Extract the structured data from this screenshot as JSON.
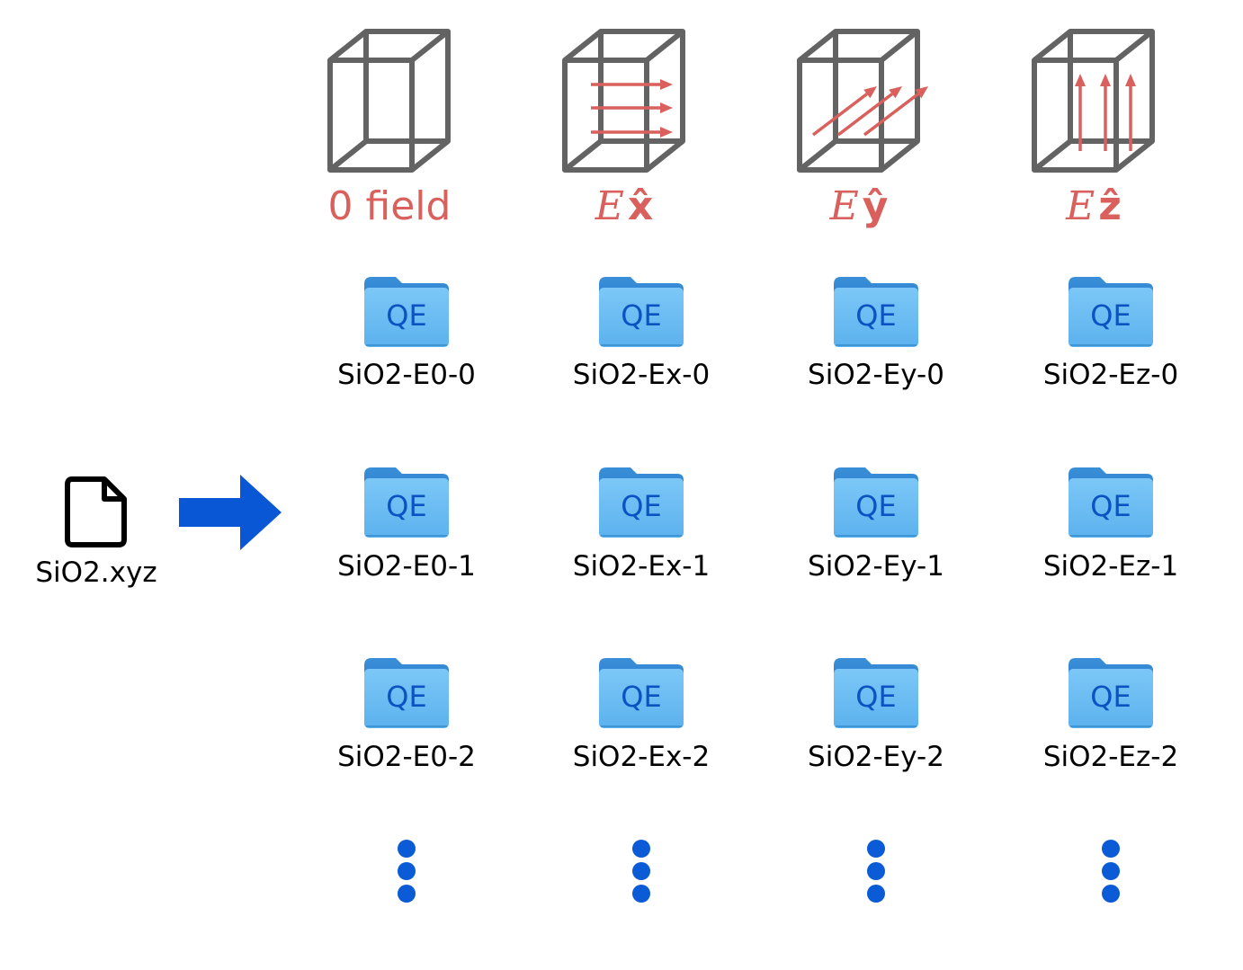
{
  "input_file": {
    "name": "SiO2.xyz",
    "icon": "document-icon"
  },
  "arrow_color": "#0a57d6",
  "field_color": "#d9605c",
  "columns": [
    {
      "field_label": "0 field",
      "field_symbol": "",
      "field_hat": "",
      "field_direction": "none",
      "folders": [
        "SiO2-E0-0",
        "SiO2-E0-1",
        "SiO2-E0-2"
      ]
    },
    {
      "field_label": "",
      "field_symbol": "E",
      "field_hat": "x̂",
      "field_direction": "x",
      "folders": [
        "SiO2-Ex-0",
        "SiO2-Ex-1",
        "SiO2-Ex-2"
      ]
    },
    {
      "field_label": "",
      "field_symbol": "E",
      "field_hat": "ŷ",
      "field_direction": "y",
      "folders": [
        "SiO2-Ey-0",
        "SiO2-Ey-1",
        "SiO2-Ey-2"
      ]
    },
    {
      "field_label": "",
      "field_symbol": "E",
      "field_hat": "ẑ",
      "field_direction": "z",
      "folders": [
        "SiO2-Ez-0",
        "SiO2-Ez-1",
        "SiO2-Ez-2"
      ]
    }
  ],
  "folder_badge": "QE",
  "continuation": "vertical-ellipsis"
}
